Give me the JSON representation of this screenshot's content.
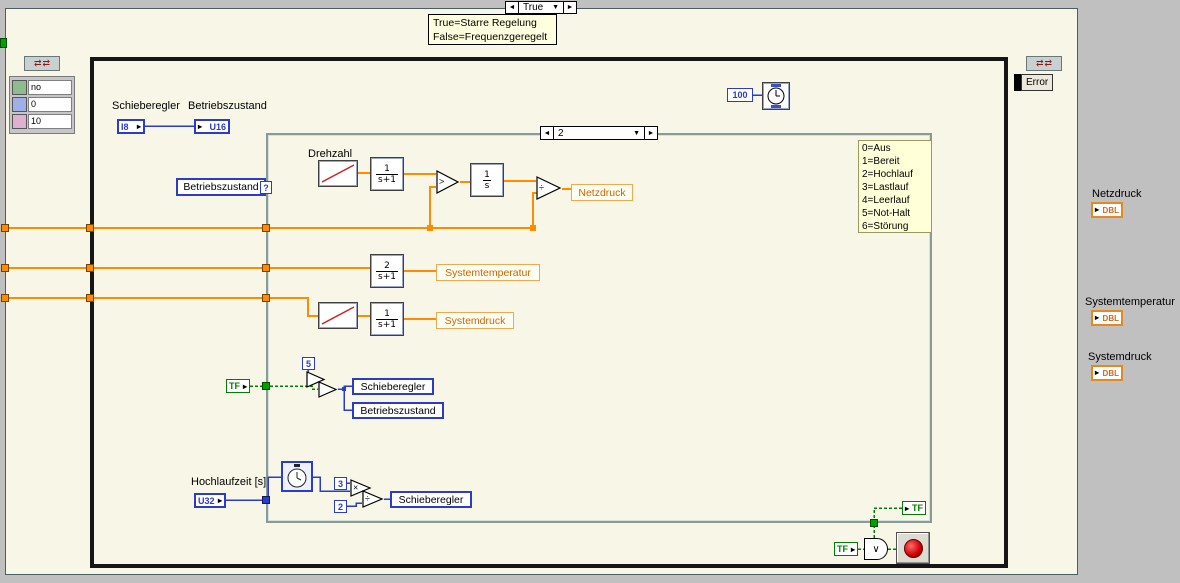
{
  "colors": {
    "wire_orange": "#ff8c00",
    "wire_blue": "#2a3cc8",
    "wire_green": "#008000",
    "diagram_bg": "#f7f6e7",
    "desktop": "#c0c0c0"
  },
  "outer_case": {
    "selector": "True"
  },
  "comment": {
    "line1": "True=Starre Regelung",
    "line2": "False=Frequenzgeregelt"
  },
  "cluster_constant": {
    "rows": [
      "no",
      "0",
      "10"
    ]
  },
  "error_label": "Error",
  "wait_constant": "100",
  "schieberegler_ctl": {
    "label": "Schieberegler",
    "type": "I8"
  },
  "betriebszustand_ind": {
    "label": "Betriebszustand",
    "type": "U16"
  },
  "selector_local": "Betriebszustand",
  "inner_case": {
    "selector": "2"
  },
  "legend": [
    "0=Aus",
    "1=Bereit",
    "2=Hochlauf",
    "3=Lastlauf",
    "4=Leerlauf",
    "5=Not-Halt",
    "6=Störung"
  ],
  "drehzahl_label": "Drehzahl",
  "tf1": {
    "num": "1",
    "den": "s+1"
  },
  "integrator": {
    "num": "1",
    "den": "s"
  },
  "tf2": {
    "num": "2",
    "den": "s+1"
  },
  "tf3": {
    "num": "1",
    "den": "s+1"
  },
  "netzdruck_local": "Netzdruck",
  "systemtemperatur_local": "Systemtemperatur",
  "systemdruck_local": "Systemdruck",
  "tf_const_mid": "TF",
  "const_5": "5",
  "schieberegler_local_mid": "Schieberegler",
  "betriebszustand_local_mid": "Betriebszustand",
  "hochlaufzeit": {
    "label": "Hochlaufzeit [s]",
    "type": "U32"
  },
  "const_3": "3",
  "const_2": "2",
  "schieberegler_local_bottom": "Schieberegler",
  "tf_const_case": "TF",
  "tf_const_stop": "TF",
  "right_terminals": [
    {
      "label": "Netzdruck",
      "type": "DBL"
    },
    {
      "label": "Systemtemperatur",
      "type": "DBL"
    },
    {
      "label": "Systemdruck",
      "type": "DBL"
    }
  ],
  "glyphs": {
    "arrow_left": "◄",
    "arrow_right": "►",
    "arrow_down": "▼",
    "io_arrow": "▸",
    "question": "?",
    "greater": ">",
    "divide": "÷",
    "multiply": "×",
    "or": "∨",
    "ref": "⇄"
  }
}
